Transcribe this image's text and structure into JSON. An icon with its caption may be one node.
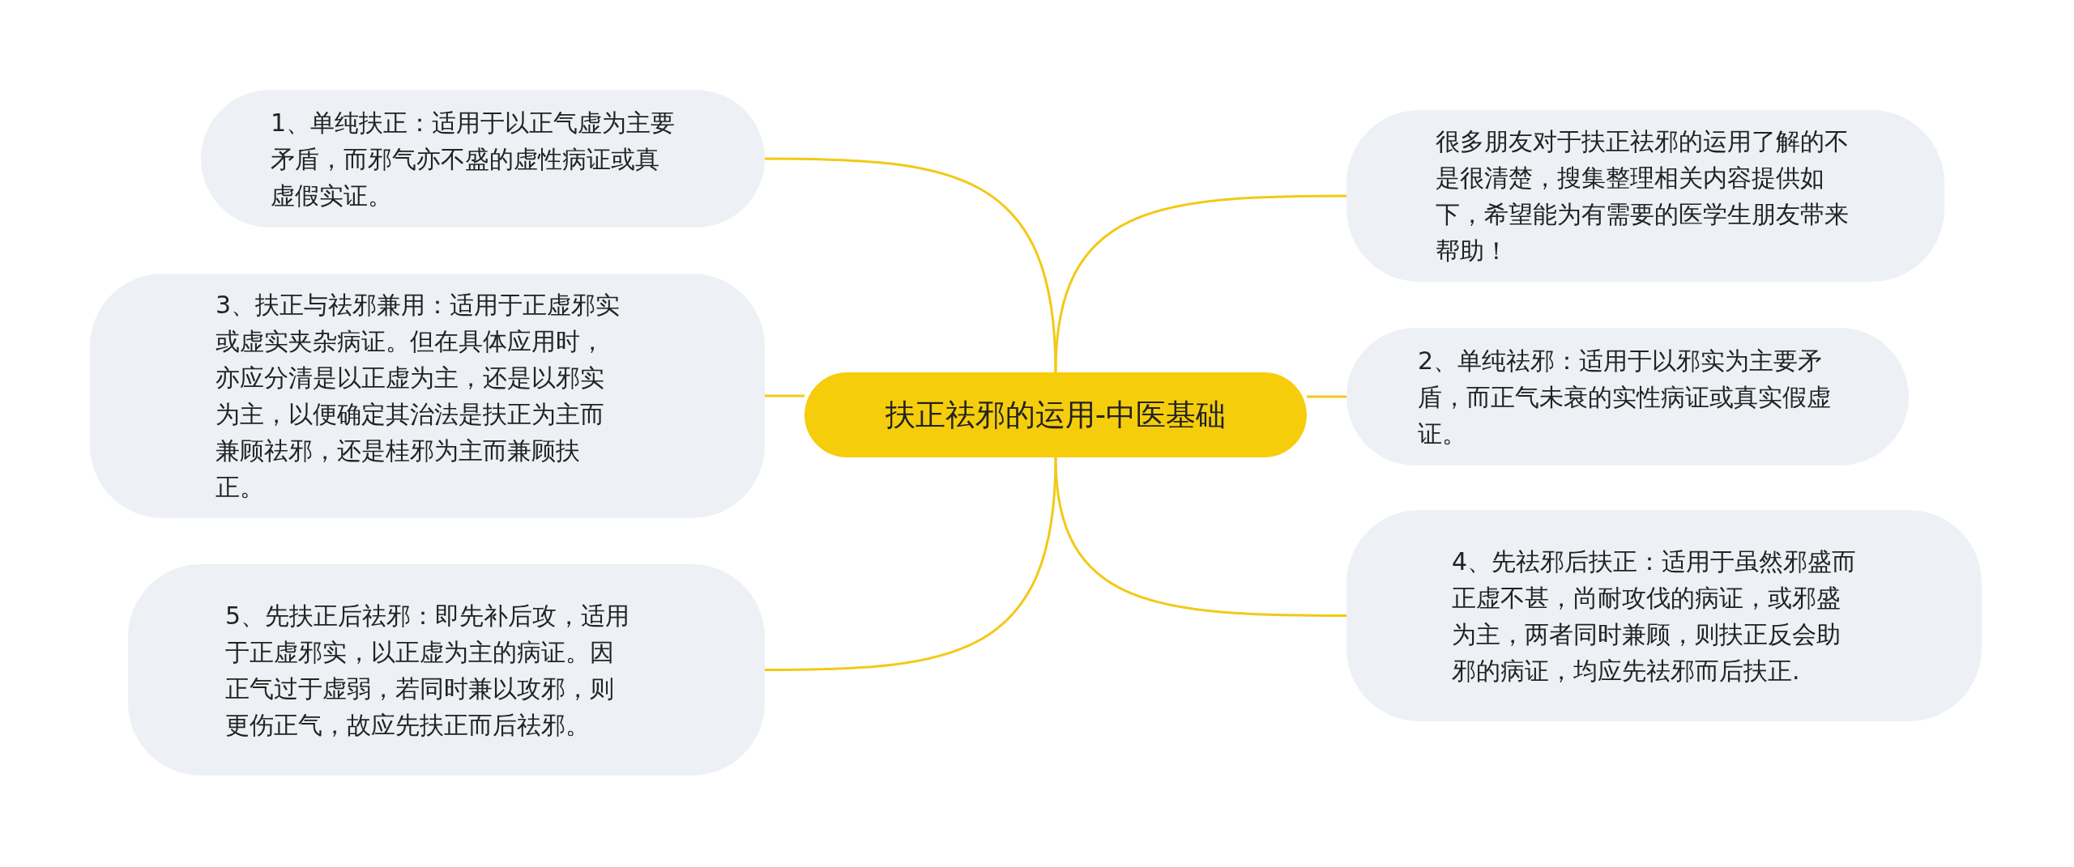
{
  "diagram": {
    "nodes": [
      {
        "text": [
          "扶正祛邪的运用-中医基础"
        ]
      },
      {
        "text": [
          "1、单纯扶正：适用于以正气虚为主要矛盾，而邪气亦不盛的虚性病证或真虚假实证。"
        ]
      },
      {
        "text": [
          "很多朋友对于扶正祛邪的运用了解的不是很清楚，搜集整理相关内容提供如下，希望能为有需要的医学生朋友带来帮助！"
        ]
      },
      {
        "text": [
          "3、扶正与祛邪兼用：适用于正虚邪实或虚实夹杂病证。但在具体应用时，亦应分清是以正虚为主，还是以邪实为主，以便确定其治法是扶正为主而兼顾祛邪，还是桂邪为主而兼顾扶正。"
        ]
      },
      {
        "text": [
          "2、单纯祛邪：适用于以邪实为主要矛盾，而正气未衰的实性病证或真实假虚证。"
        ]
      },
      {
        "text": [
          "5、先扶正后祛邪：即先补后攻，适用于正虚邪实，以正虚为主的病证。因正气过于虚弱，若同时兼以攻邪，则更伤正气，故应先扶正而后祛邪。"
        ]
      },
      {
        "text": [
          "4、先祛邪后扶正：适用于虽然邪盛而正虚不甚，尚耐攻伐的病证，或邪盛为主，两者同时兼顾，则扶正反会助邪的病证，均应先祛邪而后扶正."
        ]
      }
    ],
    "edges": [
      {
        "from": 0,
        "to": 1,
        "arrow": "none"
      },
      {
        "from": 0,
        "to": 2,
        "arrow": "none"
      },
      {
        "from": 0,
        "to": 3,
        "arrow": "none"
      },
      {
        "from": 0,
        "to": 4,
        "arrow": "none"
      },
      {
        "from": 0,
        "to": 5,
        "arrow": "none"
      },
      {
        "from": 0,
        "to": 6,
        "arrow": "none"
      }
    ]
  }
}
